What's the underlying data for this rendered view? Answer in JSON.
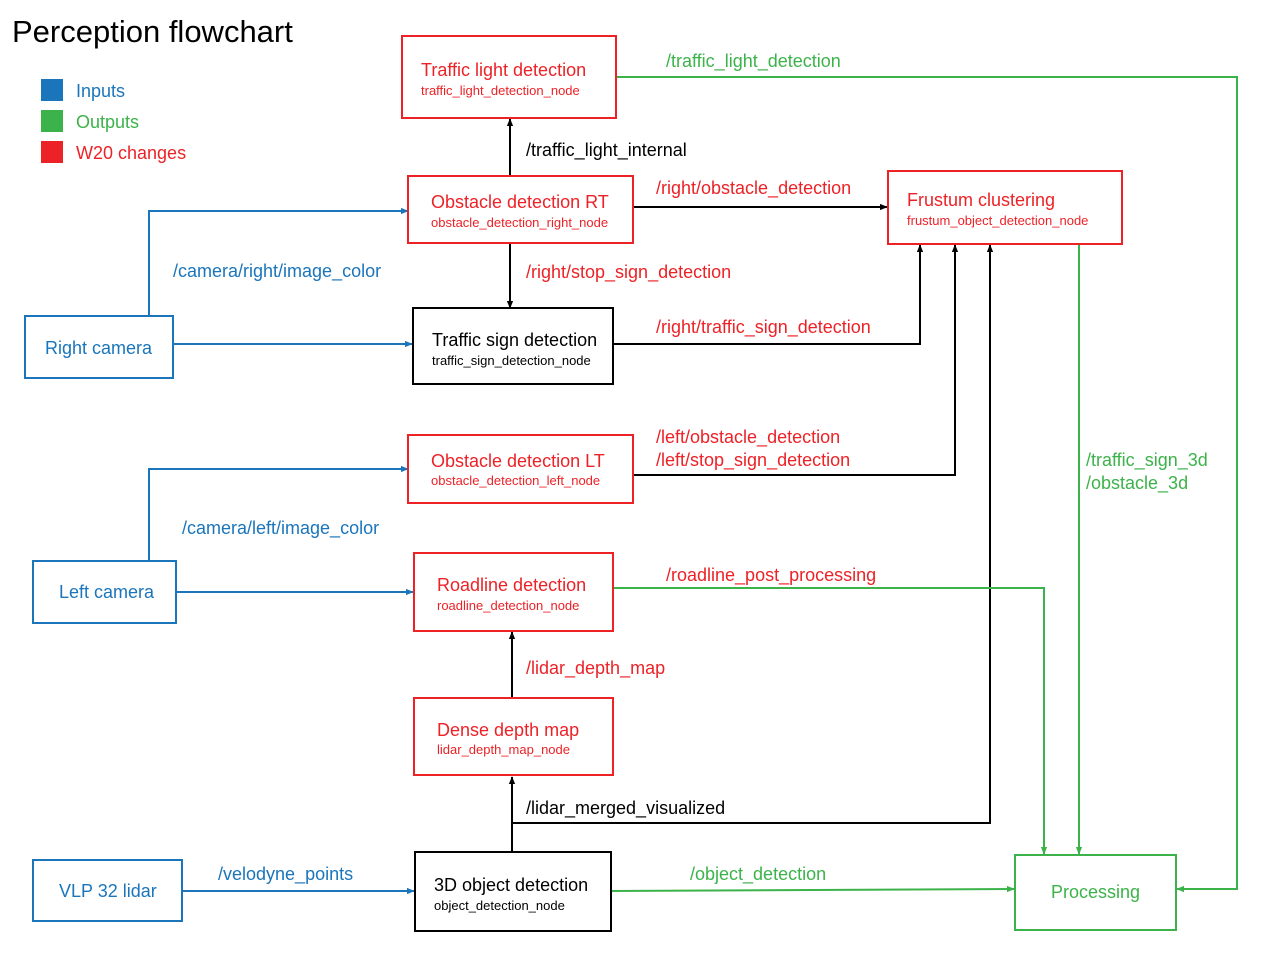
{
  "title": "Perception flowchart",
  "colors": {
    "input": "#1a75bb",
    "output": "#3cb34a",
    "change": "#ec2227",
    "neutral": "#000000"
  },
  "legend": [
    {
      "key": "inputs",
      "label": "Inputs",
      "color": "#1a75bb"
    },
    {
      "key": "outputs",
      "label": "Outputs",
      "color": "#3cb34a"
    },
    {
      "key": "changes",
      "label": "W20 changes",
      "color": "#ec2227"
    }
  ],
  "nodes": {
    "traffic_light": {
      "title": "Traffic light detection",
      "subtitle": "traffic_light_detection_node",
      "color": "#ec2227"
    },
    "obstacle_rt": {
      "title": "Obstacle detection RT",
      "subtitle": "obstacle_detection_right_node",
      "color": "#ec2227"
    },
    "frustum": {
      "title": "Frustum clustering",
      "subtitle": "frustum_object_detection_node",
      "color": "#ec2227"
    },
    "traffic_sign": {
      "title": "Traffic sign detection",
      "subtitle": "traffic_sign_detection_node",
      "color": "#000000"
    },
    "right_camera": {
      "title": "Right camera",
      "subtitle": "",
      "color": "#1a75bb"
    },
    "obstacle_lt": {
      "title": "Obstacle detection LT",
      "subtitle": "obstacle_detection_left_node",
      "color": "#ec2227"
    },
    "left_camera": {
      "title": "Left camera",
      "subtitle": "",
      "color": "#1a75bb"
    },
    "roadline": {
      "title": "Roadline detection",
      "subtitle": "roadline_detection_node",
      "color": "#ec2227"
    },
    "dense_depth": {
      "title": "Dense depth map",
      "subtitle": "lidar_depth_map_node",
      "color": "#ec2227"
    },
    "vlp_lidar": {
      "title": "VLP 32 lidar",
      "subtitle": "",
      "color": "#1a75bb"
    },
    "object_3d": {
      "title": "3D object detection",
      "subtitle": "object_detection_node",
      "color": "#000000"
    },
    "processing": {
      "title": "Processing",
      "subtitle": "",
      "color": "#3cb34a"
    }
  },
  "topics": {
    "traffic_light_detection": {
      "text": "/traffic_light_detection",
      "color": "#3cb34a"
    },
    "traffic_light_internal": {
      "text": "/traffic_light_internal",
      "color": "#000000"
    },
    "right_obstacle_detection": {
      "text": "/right/obstacle_detection",
      "color": "#ec2227"
    },
    "camera_right_image_color": {
      "text": "/camera/right/image_color",
      "color": "#1a75bb"
    },
    "right_stop_sign_detection": {
      "text": "/right/stop_sign_detection",
      "color": "#ec2227"
    },
    "right_traffic_sign_detection": {
      "text": "/right/traffic_sign_detection",
      "color": "#ec2227"
    },
    "left_obstacle_detection": {
      "text": "/left/obstacle_detection",
      "color": "#ec2227"
    },
    "left_stop_sign_detection": {
      "text": "/left/stop_sign_detection",
      "color": "#ec2227"
    },
    "traffic_sign_3d": {
      "text": "/traffic_sign_3d",
      "color": "#3cb34a"
    },
    "obstacle_3d": {
      "text": "/obstacle_3d",
      "color": "#3cb34a"
    },
    "camera_left_image_color": {
      "text": "/camera/left/image_color",
      "color": "#1a75bb"
    },
    "roadline_post_processing": {
      "text": "/roadline_post_processing",
      "color": "#ec2227"
    },
    "lidar_depth_map": {
      "text": "/lidar_depth_map",
      "color": "#ec2227"
    },
    "lidar_merged_visualized": {
      "text": "/lidar_merged_visualized",
      "color": "#000000"
    },
    "velodyne_points": {
      "text": "/velodyne_points",
      "color": "#1a75bb"
    },
    "object_detection": {
      "text": "/object_detection",
      "color": "#3cb34a"
    }
  }
}
